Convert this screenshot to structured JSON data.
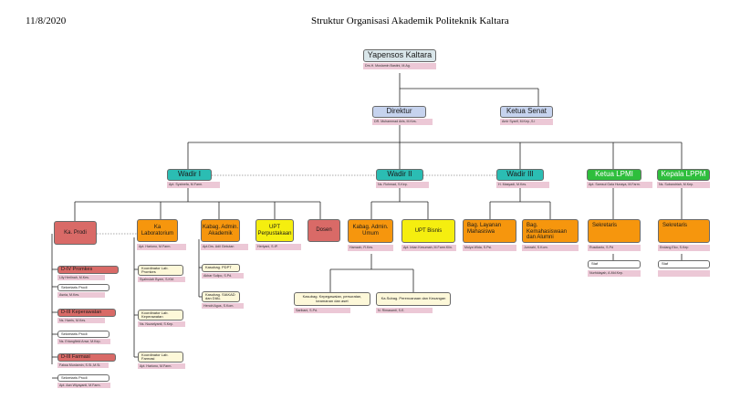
{
  "header": {
    "date": "11/8/2020",
    "title": "Struktur Organisasi Akademik Politeknik Kaltara"
  },
  "colors": {
    "foundation": "#d9e6ea",
    "director": "#c6d3ee",
    "vice_director": "#2bbdb3",
    "quality_unit": "#2ebe3c",
    "unit_head": "#f6960d",
    "upt": "#f5ee0f",
    "program": "#d96a67",
    "coordinator": "#fdf8d9",
    "name_label": "#ecc8d6"
  },
  "nodes": {
    "yapensos": {
      "title": "Yapensos Kaltara",
      "name": "Drs.H. Muslamin Bastini, M.Ag."
    },
    "direktur": {
      "title": "Direktur",
      "name": "DR. Muhammad Arfa, M.Kes."
    },
    "ketua_senat": {
      "title": "Ketua Senat",
      "name": "Amir Syarif, M.Kep.,S.I"
    },
    "wadir1": {
      "title": "Wadir I",
      "name": "Apt. Syahrefa, M.Farm."
    },
    "wadir2": {
      "title": "Wadir II",
      "name": "Ns. Rohmad, S.Kep."
    },
    "wadir3": {
      "title": "Wadir III",
      "name": "H. Masyadi, M.Kes."
    },
    "ketua_lpmi": {
      "title": "Ketua LPMI",
      "name": "Apt. Samsul Gala Hunaya, M.Farm."
    },
    "kepala_lppm": {
      "title": "Kepala LPPM",
      "name": "Ns. Subandriah, M.Kep."
    },
    "ka_prodi": {
      "title": "Ka. Prodi"
    },
    "ka_lab": {
      "title": "Ka Laboratorium",
      "name": "Apt. Hariono, M.Farm."
    },
    "kabag_akademik": {
      "title": "Kabag. Admin. Akademik",
      "name": "Apt.Drs. Adil Gintutan"
    },
    "upt_perpus": {
      "title": "UPT Perpustakaan",
      "name": "Herlyani, S.IP."
    },
    "dosen": {
      "title": "Dosen"
    },
    "kabag_umum": {
      "title": "Kabag. Admin. Umum",
      "name": "Hamzah, R.Kes."
    },
    "upt_bisnis": {
      "title": "UPT Bisnis",
      "name": "Apt. Intan Kesumah, M.Farm.Klin."
    },
    "bag_layanan": {
      "title": "Bag. Layanan Mahasiswa",
      "name": "Mulya Wida, S.Psi."
    },
    "bag_kemahasiswaan": {
      "title": "Bag. Kemahasiswaan dan Alumni",
      "name": "Jumrahi, S.Kom."
    },
    "sekretaris_lpmi": {
      "title": "Sekretaris",
      "name": "Rusdianto, S.Pd"
    },
    "sekretaris_lppm": {
      "title": "Sekretaris",
      "name": "Endang Eko, S.Kep"
    },
    "staf_lpmi": {
      "title": "Staf",
      "name": "Nurhidayah, A.Md.Kep."
    },
    "staf_lppm": {
      "title": "Staf",
      "name": ""
    },
    "kasubag_pdpt": {
      "title": "Kasubag. PDPT",
      "name": "Akbar Sulipo, S.Pd."
    },
    "kasubag_siakad": {
      "title": "Kasubag. SIAKAD dan DIAL",
      "name": "Hendri Agus, S.Kom."
    },
    "kasubag_kepegawaian": {
      "title": "Kasubag. Kepegawaian, persuratan, keamanan dan aset",
      "name": "Saribani, S.Pd."
    },
    "kasubag_perencanaan": {
      "title": "Ka.Subag. Perencanaan dan Keuangan",
      "name": "N. Rimasanti, S.E."
    },
    "koord_promkes": {
      "title": "Koordinator Lab. Promkes",
      "name": "Syahrulah Byzm, S.KM."
    },
    "koord_keperawatan": {
      "title": "Koordinator Lab. Keperawatan",
      "name": "Ns. Nuzarlyanti, S.Kep."
    },
    "koord_farmasi": {
      "title": "Koordinator Lab. Farmasi",
      "name": "Apt. Hariono, M.Farm."
    },
    "d4_promkes": {
      "title": "D-IV Promkes",
      "name": "Lily Herlinah, M.Kes."
    },
    "sek_promkes": {
      "title": "Sekretaris Prodi",
      "name": "Asnia, M.Kes."
    },
    "d3_keperawatan": {
      "title": "D-III Keperawatan",
      "name": "Ns. Harris, M.Kes."
    },
    "sek_keperawatan": {
      "title": "Sekretaris Prodi",
      "name": "Ns. Erlangfield Anwr, M.Kep."
    },
    "d3_farmasi": {
      "title": "D-III Farmasi",
      "name": "Fatwa Muniarnin, S.Si.,M.Si."
    },
    "sek_farmasi": {
      "title": "Sekretaris Prodi",
      "name": "Apt. Aan Wiyayanti, M.Farm."
    }
  }
}
